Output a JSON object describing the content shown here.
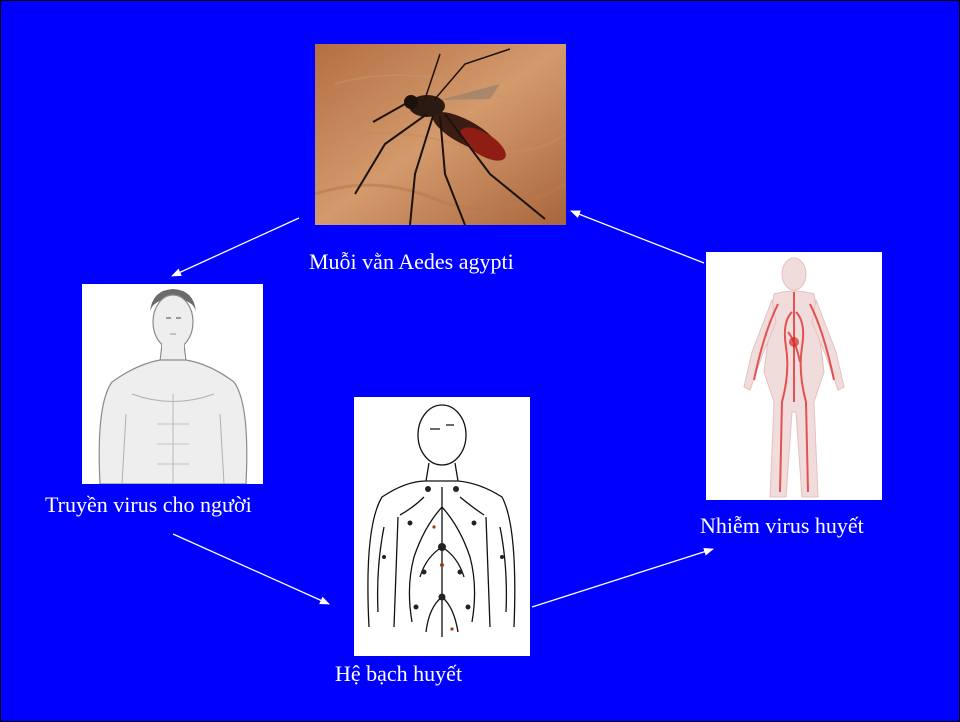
{
  "slide": {
    "background": "#0000ff",
    "text_color": "#ffffff",
    "arrow_color": "#ffffff"
  },
  "cycle": {
    "mosquito": {
      "label": "Muỗi vằn Aedes agypti",
      "icon": "mosquito-photo"
    },
    "human": {
      "label": "Truyền virus cho người",
      "icon": "human-torso-figure"
    },
    "lymph": {
      "label": "Hệ bạch huyết",
      "icon": "lymphatic-system-drawing"
    },
    "viremia": {
      "label": "Nhiễm virus huyết",
      "icon": "blood-vessel-body-figure"
    }
  }
}
